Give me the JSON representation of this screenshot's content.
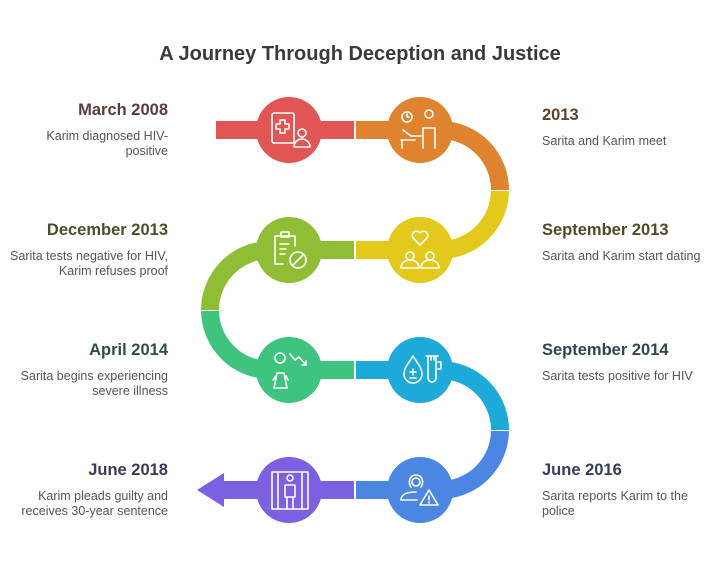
{
  "title": "A Journey Through Deception and Justice",
  "events": [
    {
      "date": "March 2008",
      "text": "Karim diagnosed HIV-positive",
      "icon": "medical-record-icon",
      "color": "#e25555",
      "title_color": "#5b3b3b"
    },
    {
      "date": "2013",
      "text": "Sarita and Karim meet",
      "icon": "meeting-icon",
      "color": "#e0832f",
      "title_color": "#5b4430"
    },
    {
      "date": "September 2013",
      "text": "Sarita and Karim start dating",
      "icon": "couple-heart-icon",
      "color": "#e2c91c",
      "title_color": "#4f4a2a"
    },
    {
      "date": "December 2013",
      "text": "Sarita tests negative for HIV, Karim refuses proof",
      "icon": "clipboard-denied-icon",
      "color": "#8fbd36",
      "title_color": "#47502f"
    },
    {
      "date": "April 2014",
      "text": "Sarita begins experiencing severe illness",
      "icon": "illness-decline-icon",
      "color": "#3ec47e",
      "title_color": "#2f4f3e"
    },
    {
      "date": "September 2014",
      "text": "Sarita tests positive for HIV",
      "icon": "blood-test-icon",
      "color": "#1eaad9",
      "title_color": "#2f4650"
    },
    {
      "date": "June 2016",
      "text": "Sarita reports Karim to the police",
      "icon": "report-warning-icon",
      "color": "#4b86e2",
      "title_color": "#34405a"
    },
    {
      "date": "June 2018",
      "text": "Karim pleads guilty and receives 30-year sentence",
      "icon": "prison-icon",
      "color": "#7c60e2",
      "title_color": "#3f3759"
    }
  ]
}
